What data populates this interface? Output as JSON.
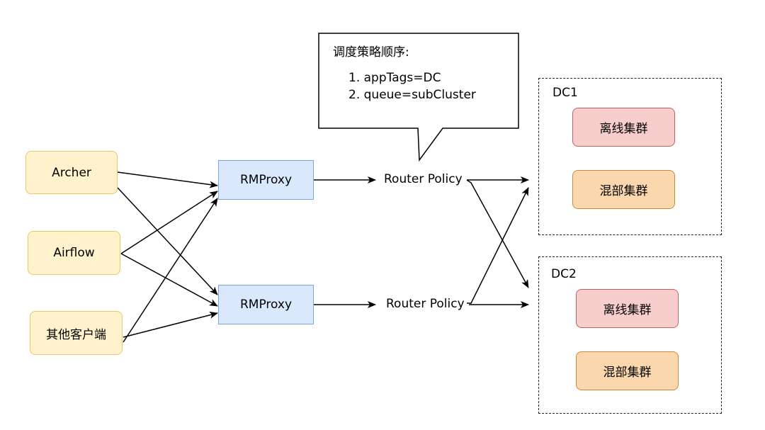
{
  "clients": {
    "archer": "Archer",
    "airflow": "Airflow",
    "others": "其他客户端"
  },
  "proxies": {
    "proxy1": "RMProxy",
    "proxy2": "RMProxy"
  },
  "policies": {
    "policy1": "Router Policy",
    "policy2": "Router Policy"
  },
  "callout": {
    "title": "调度策略顺序:",
    "item1": "1. appTags=DC",
    "item2": "2. queue=subCluster"
  },
  "dc1": {
    "label": "DC1",
    "offline": "离线集群",
    "mixed": "混部集群"
  },
  "dc2": {
    "label": "DC2",
    "offline": "离线集群",
    "mixed": "混部集群"
  },
  "colors": {
    "client_fill": "#fff2cc",
    "proxy_fill": "#dae8fc",
    "offline_fill": "#f8cecc",
    "mixed_fill": "#fad7ac"
  }
}
